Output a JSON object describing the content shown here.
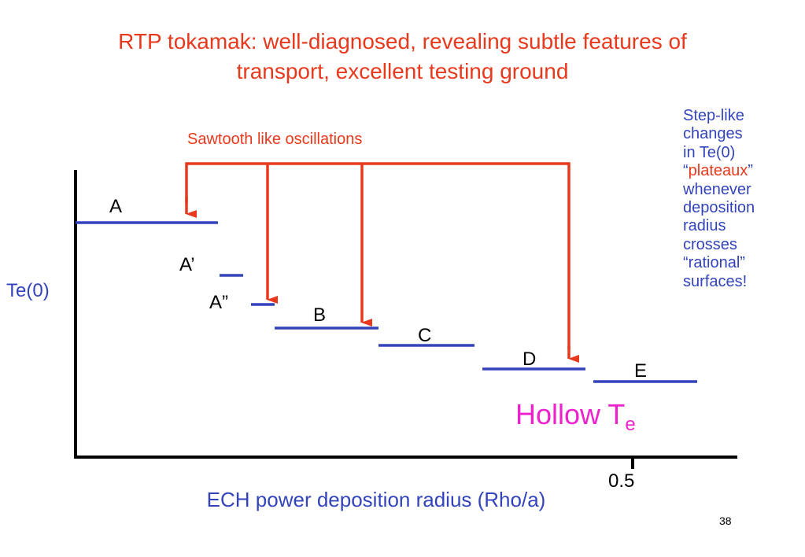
{
  "title": {
    "line1": "RTP tokamak: well-diagnosed, revealing subtle features of",
    "line2": "transport, excellent testing ground"
  },
  "side_note": {
    "line1": "Step-like",
    "line2": "changes",
    "line3": "in Te(0)",
    "quote_open": "“",
    "plateaux": "plateaux",
    "quote_close": "”",
    "line5": "whenever",
    "line6": "deposition",
    "line7": "radius",
    "line8": "crosses",
    "line9": "“rational”",
    "line10": "surfaces!"
  },
  "y_axis_label": "Te(0)",
  "x_axis_label": "ECH power deposition radius (Rho/a)",
  "x_tick_label": "0.5",
  "sawtooth_label": "Sawtooth like oscillations",
  "levels": [
    {
      "label": "A"
    },
    {
      "label": "A’"
    },
    {
      "label": "A”"
    },
    {
      "label": "B"
    },
    {
      "label": "C"
    },
    {
      "label": "D"
    },
    {
      "label": "E"
    }
  ],
  "hollow": {
    "main": "Hollow T",
    "sub": "e"
  },
  "page_number": "38",
  "colors": {
    "title": "#e8391c",
    "level_lines": "#3344bb",
    "arrows": "#e8391c",
    "hollow": "#ee22cc",
    "axes": "#000000"
  }
}
